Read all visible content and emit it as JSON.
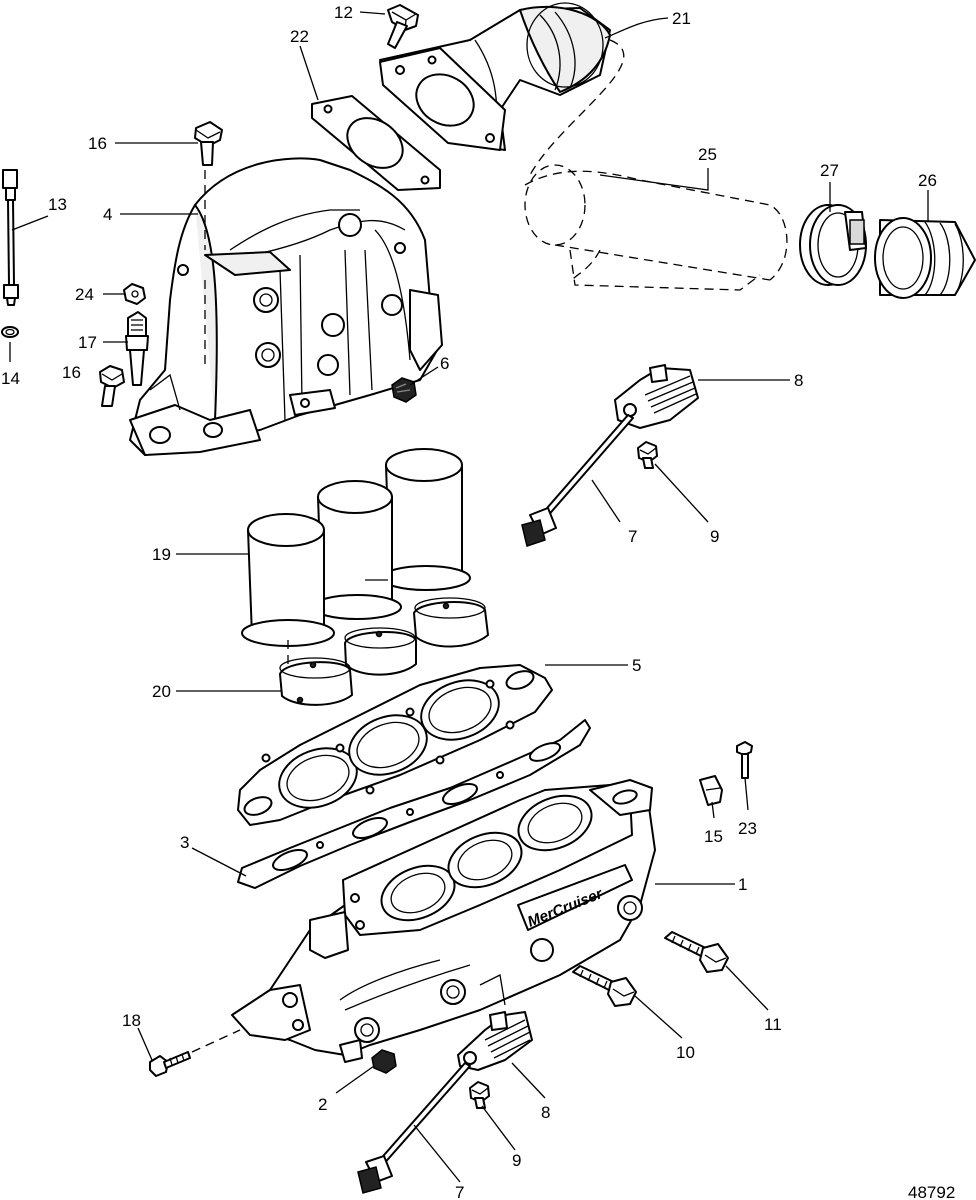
{
  "figure": {
    "number": "48792",
    "brand_plate": "MerCruiser"
  },
  "callouts": {
    "c1": "1",
    "c2": "2",
    "c3": "3",
    "c4": "4",
    "c5": "5",
    "c6": "6",
    "c7a": "7",
    "c7b": "7",
    "c8a": "8",
    "c8b": "8",
    "c9a": "9",
    "c9b": "9",
    "c10": "10",
    "c11": "11",
    "c12": "12",
    "c13": "13",
    "c14": "14",
    "c15": "15",
    "c16a": "16",
    "c16b": "16",
    "c17": "17",
    "c18": "18",
    "c19": "19",
    "c20": "20",
    "c21": "21",
    "c22": "22",
    "c23": "23",
    "c24": "24",
    "c25": "25",
    "c26": "26",
    "c27": "27"
  }
}
